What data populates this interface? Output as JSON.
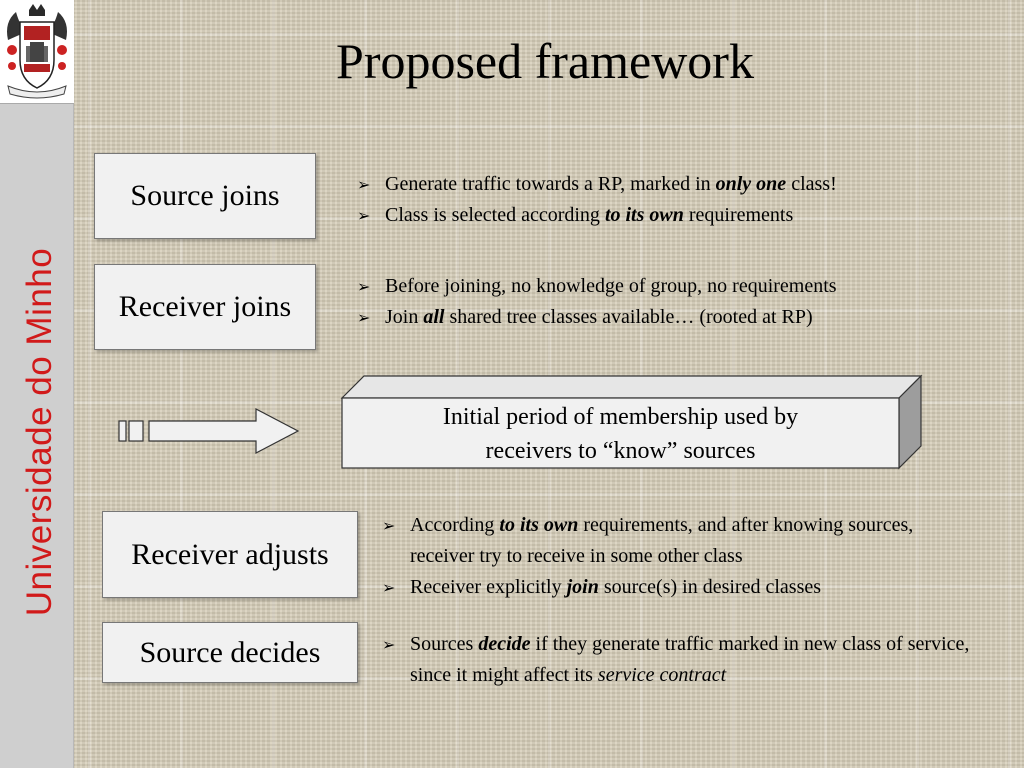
{
  "sidebar": {
    "logo_icon": "university-crest-icon",
    "vertical_text": "Universidade do Minho",
    "text_color": "#d11a1a"
  },
  "title": "Proposed framework",
  "sections": [
    {
      "box_label": "Source joins",
      "bullets": [
        [
          {
            "t": "Generate traffic towards a RP, marked in ",
            "s": ""
          },
          {
            "t": "only one",
            "s": "bi"
          },
          {
            "t": " class!",
            "s": ""
          }
        ],
        [
          {
            "t": "Class is selected  according ",
            "s": ""
          },
          {
            "t": "to its own",
            "s": "bi"
          },
          {
            "t": " requirements",
            "s": ""
          }
        ]
      ]
    },
    {
      "box_label": "Receiver joins",
      "bullets": [
        [
          {
            "t": "Before joining, no knowledge of group, no requirements",
            "s": ""
          }
        ],
        [
          {
            "t": "Join ",
            "s": ""
          },
          {
            "t": "all",
            "s": "bi"
          },
          {
            "t": " shared tree classes available… (rooted at RP)",
            "s": ""
          }
        ]
      ]
    },
    {
      "box_label": "Receiver adjusts",
      "bullets": [
        [
          {
            "t": "According ",
            "s": ""
          },
          {
            "t": "to its own",
            "s": "bi"
          },
          {
            "t": " requirements, and after knowing sources,  receiver try to receive in some other class",
            "s": ""
          }
        ],
        [
          {
            "t": "Receiver explicitly ",
            "s": ""
          },
          {
            "t": "join",
            "s": "bi"
          },
          {
            "t": " source(s) in desired classes",
            "s": ""
          }
        ]
      ]
    },
    {
      "box_label": "Source decides",
      "bullets": [
        [
          {
            "t": "Sources ",
            "s": ""
          },
          {
            "t": "decide",
            "s": "bi"
          },
          {
            "t": " if they generate traffic marked in new class of service, since it might affect its ",
            "s": ""
          },
          {
            "t": "service contract",
            "s": "i"
          }
        ]
      ]
    }
  ],
  "phase_block": {
    "line1": "Initial period of membership used by",
    "line2": "receivers to “know” sources",
    "arrow_icon": "right-block-arrow-icon"
  }
}
